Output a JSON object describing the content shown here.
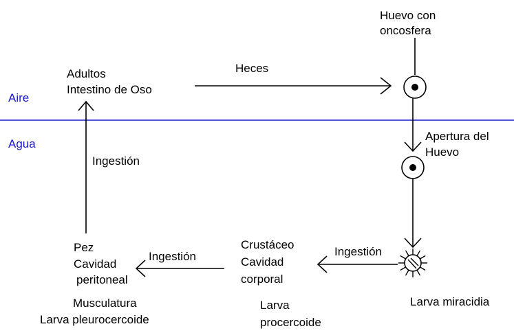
{
  "zones": {
    "air": "Aire",
    "water": "Agua"
  },
  "colors": {
    "divider": "#1a1acc",
    "zone_text": "#1a1acc",
    "lines": "#000000"
  },
  "stages": {
    "egg": {
      "line1": "Huevo con",
      "line2": "oncosfera"
    },
    "adults": {
      "line1": "Adultos",
      "line2": "Intestino de Oso"
    },
    "hatching": {
      "line1": "Apertura del",
      "line2": "Huevo"
    },
    "crustacean": {
      "line1": "Crustáceo",
      "line2": "Cavidad",
      "line3": "corporal",
      "larva1": "Larva",
      "larva2": "procercoide"
    },
    "fish": {
      "line1": "Pez",
      "line2": "Cavidad",
      "line3": "peritoneal",
      "line4": "Musculatura",
      "larva": "Larva pleurocercoide"
    },
    "miracidium": {
      "label": "Larva miracidia"
    }
  },
  "transitions": {
    "adults_to_egg": "Heces",
    "miracidium_to_crustacean": "Ingestión",
    "crustacean_to_fish": "Ingestión",
    "fish_to_adults": "Ingestión"
  },
  "icons": {
    "egg": "egg-with-oncosphere-icon",
    "hatched_egg": "hatching-egg-icon",
    "miracidium": "ciliated-miracidium-icon"
  }
}
